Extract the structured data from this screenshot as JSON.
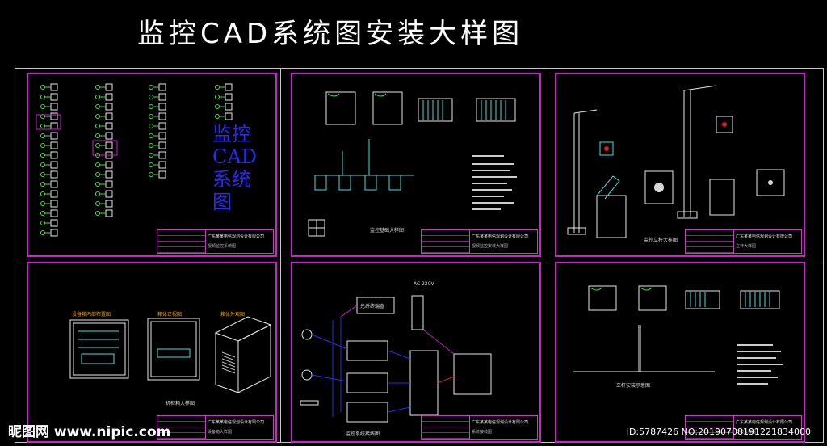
{
  "page_title": "监控CAD系统图安装大样图",
  "panels": [
    {
      "id": "p1",
      "blue_label": [
        "监控",
        "CAD",
        "系统",
        "图"
      ],
      "company": "广东某某电信规划设计有限公司",
      "drawing_name": "视频监控系统图"
    },
    {
      "id": "p2",
      "caption": "监控基础大样图",
      "company": "广东某某电信规划设计有限公司",
      "drawing_name": "视频监控安装大样图"
    },
    {
      "id": "p3",
      "caption": "监控立杆大样图",
      "company": "广东某某电信规划设计有限公司",
      "drawing_name": "立杆大样图"
    },
    {
      "id": "p4",
      "caption": "机柜箱大样图",
      "labels": [
        "设备箱内部布置图",
        "箱体正视图",
        "箱体外观图"
      ],
      "company": "广东某某电信规划设计有限公司",
      "drawing_name": "设备箱大样图"
    },
    {
      "id": "p5",
      "caption": "监控系统接线图",
      "labels": [
        "AC 220V",
        "光纤终端盒"
      ],
      "company": "广东某某电信规划设计有限公司",
      "drawing_name": "系统接线图"
    },
    {
      "id": "p6",
      "caption": "立杆安装示意图",
      "company": "广东某某电信规划设计有限公司",
      "drawing_name": "安装大样图"
    }
  ],
  "watermark": {
    "left": "昵图网 www.nipic.com",
    "right": "ID:5787426 NO:20190708191221834000"
  },
  "colors": {
    "background": "#000000",
    "panel_border": "#d020d0",
    "frame_lines": "#c8c8c8",
    "blue_text": "#2a2af0",
    "drawing_cyan": "#40e0e0",
    "drawing_green": "#40e040"
  }
}
